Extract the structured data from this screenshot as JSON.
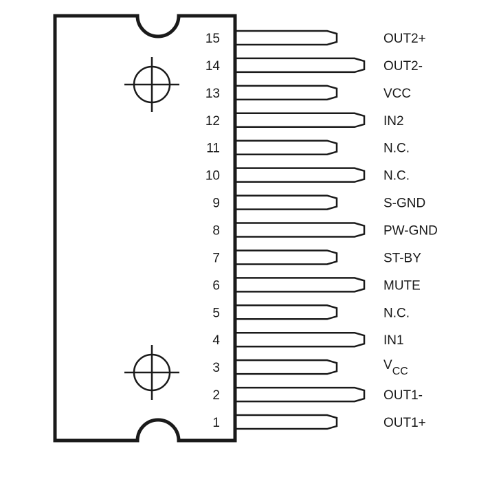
{
  "pins": [
    {
      "number": "15",
      "label": "OUT2+"
    },
    {
      "number": "14",
      "label": "OUT2-"
    },
    {
      "number": "13",
      "label": "VCC"
    },
    {
      "number": "12",
      "label": "IN2"
    },
    {
      "number": "11",
      "label": "N.C."
    },
    {
      "number": "10",
      "label": "N.C."
    },
    {
      "number": "9",
      "label": "S-GND"
    },
    {
      "number": "8",
      "label": "PW-GND"
    },
    {
      "number": "7",
      "label": "ST-BY"
    },
    {
      "number": "6",
      "label": "MUTE"
    },
    {
      "number": "5",
      "label": "N.C."
    },
    {
      "number": "4",
      "label": "IN1"
    },
    {
      "number": "3",
      "label": "V",
      "subscript": "CC"
    },
    {
      "number": "2",
      "label": "OUT1-"
    },
    {
      "number": "1",
      "label": "OUT1+"
    }
  ],
  "colors": {
    "stroke": "#1a1a1a",
    "background": "#ffffff"
  }
}
